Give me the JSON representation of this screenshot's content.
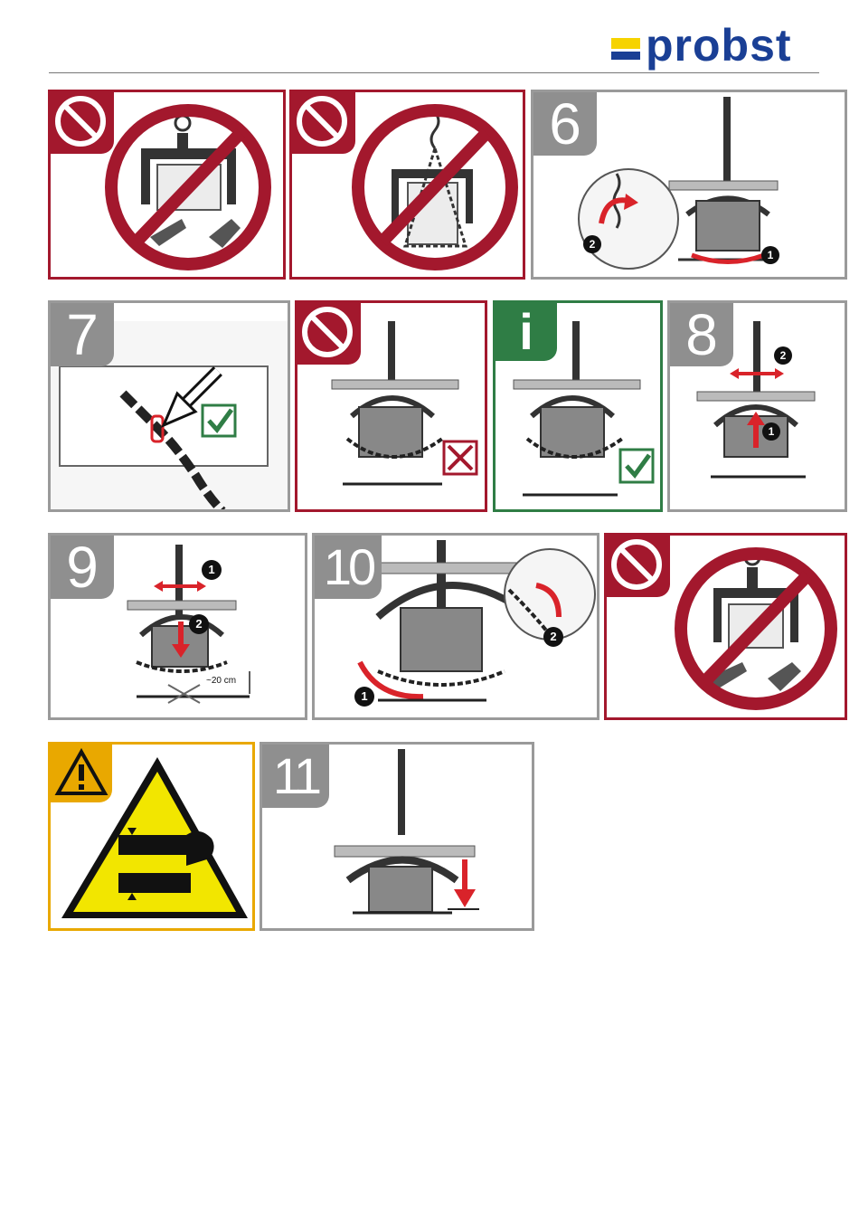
{
  "brand": {
    "name": "probst",
    "color_blue": "#1a3f95",
    "color_yellow": "#f6d300"
  },
  "colors": {
    "prohibit_red": "#a3182d",
    "step_gray": "#8f8f8f",
    "info_green": "#2f7d45",
    "warn_yellow": "#e9a800",
    "arrow_red": "#d9232a"
  },
  "steps": {
    "s6": "6",
    "s7": "7",
    "s8": "8",
    "s9": "9",
    "s10": "10",
    "s11": "11",
    "info": "i"
  },
  "markers": {
    "one": "1",
    "two": "2"
  },
  "annotations": {
    "height": "~20 cm"
  },
  "icons": {
    "prohibit": "prohibition-icon",
    "info": "info-icon",
    "warning": "warning-triangle-icon",
    "check": "checkmark-icon",
    "cross": "cross-icon",
    "crush": "hand-crush-hazard-icon"
  }
}
